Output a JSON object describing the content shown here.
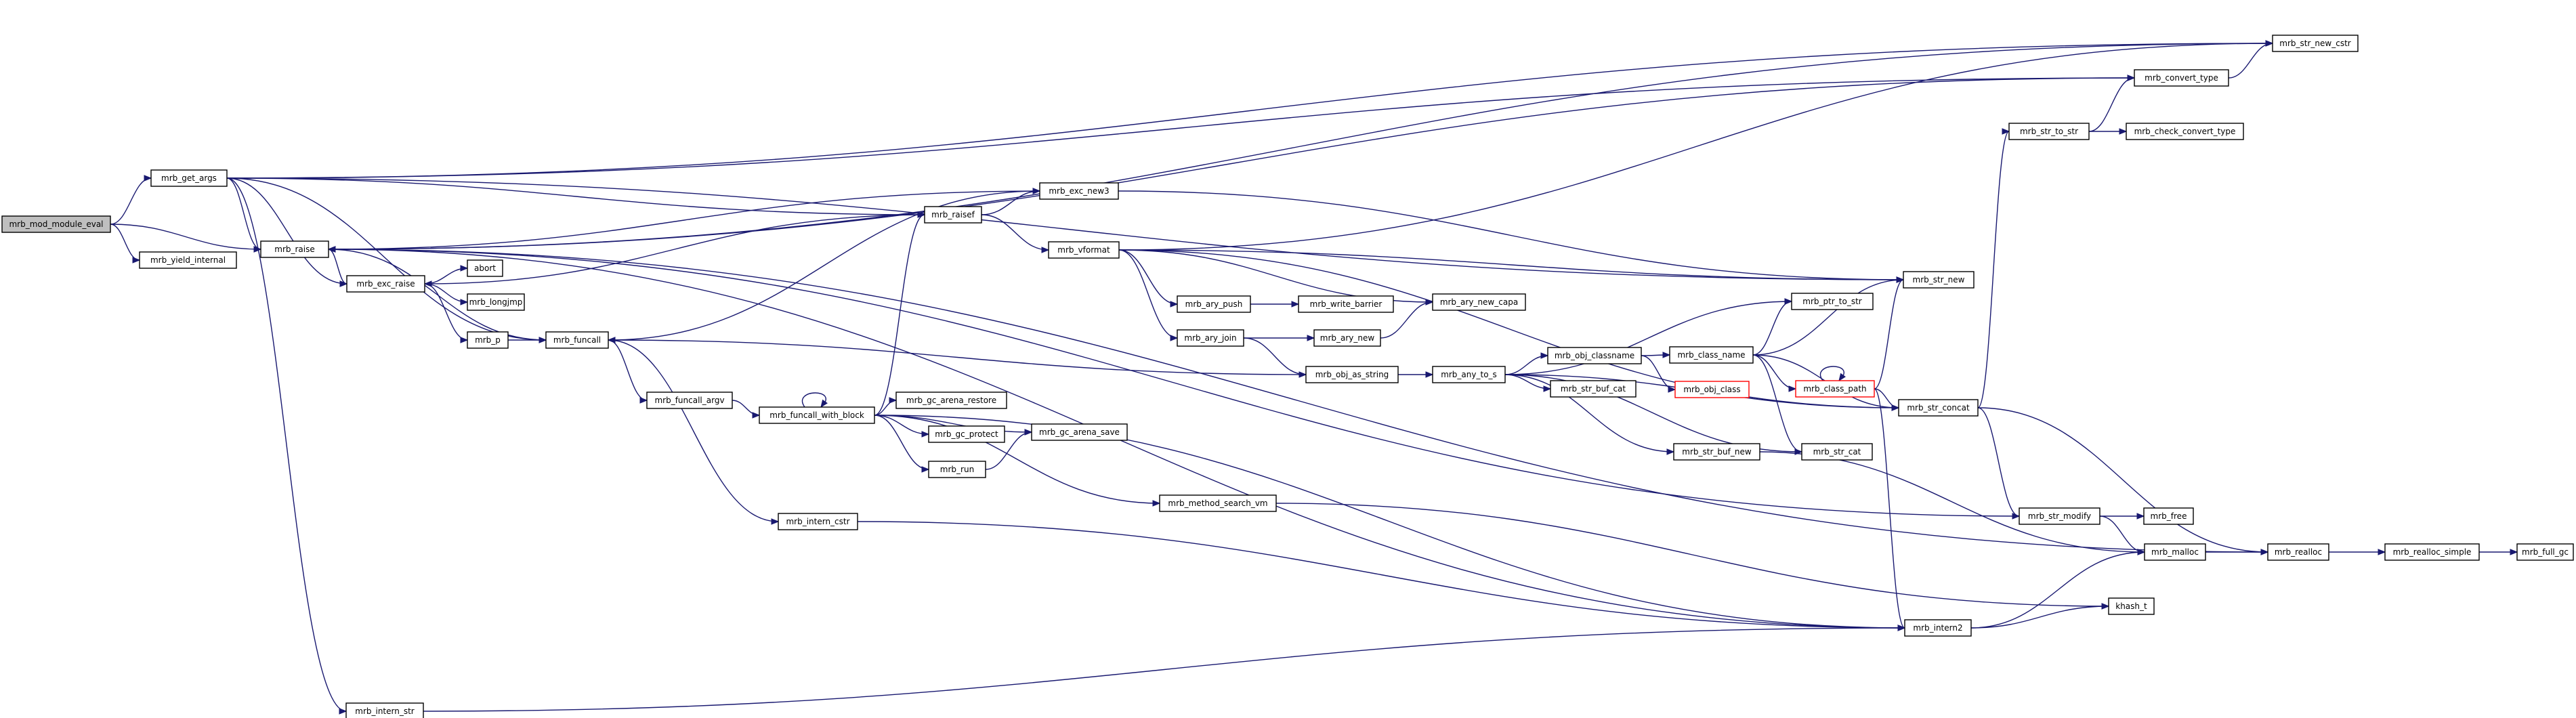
{
  "colors": {
    "edge": "#191970",
    "node_border": "#000000",
    "node_fill": "#ffffff",
    "root_fill": "#bfbfbf",
    "highlight_border": "#ff0000"
  },
  "nodes": [
    {
      "id": "mrb_mod_module_eval",
      "label": "mrb_mod_module_eval",
      "root": true
    },
    {
      "id": "mrb_get_args",
      "label": "mrb_get_args"
    },
    {
      "id": "mrb_raise",
      "label": "mrb_raise"
    },
    {
      "id": "mrb_yield_internal",
      "label": "mrb_yield_internal"
    },
    {
      "id": "mrb_exc_raise",
      "label": "mrb_exc_raise"
    },
    {
      "id": "abort",
      "label": "abort"
    },
    {
      "id": "mrb_longjmp",
      "label": "mrb_longjmp"
    },
    {
      "id": "mrb_p",
      "label": "mrb_p"
    },
    {
      "id": "mrb_funcall",
      "label": "mrb_funcall"
    },
    {
      "id": "mrb_funcall_argv",
      "label": "mrb_funcall_argv"
    },
    {
      "id": "mrb_intern_cstr",
      "label": "mrb_intern_cstr"
    },
    {
      "id": "mrb_intern_str",
      "label": "mrb_intern_str"
    },
    {
      "id": "mrb_funcall_with_block",
      "label": "mrb_funcall_with_block"
    },
    {
      "id": "mrb_raisef",
      "label": "mrb_raisef"
    },
    {
      "id": "mrb_exc_new3",
      "label": "mrb_exc_new3"
    },
    {
      "id": "mrb_gc_arena_restore",
      "label": "mrb_gc_arena_restore"
    },
    {
      "id": "mrb_gc_protect",
      "label": "mrb_gc_protect"
    },
    {
      "id": "mrb_run",
      "label": "mrb_run"
    },
    {
      "id": "mrb_gc_arena_save",
      "label": "mrb_gc_arena_save"
    },
    {
      "id": "mrb_method_search_vm",
      "label": "mrb_method_search_vm"
    },
    {
      "id": "mrb_vformat",
      "label": "mrb_vformat"
    },
    {
      "id": "mrb_ary_push",
      "label": "mrb_ary_push"
    },
    {
      "id": "mrb_ary_join",
      "label": "mrb_ary_join"
    },
    {
      "id": "mrb_write_barrier",
      "label": "mrb_write_barrier"
    },
    {
      "id": "mrb_ary_new",
      "label": "mrb_ary_new"
    },
    {
      "id": "mrb_ary_new_capa",
      "label": "mrb_ary_new_capa"
    },
    {
      "id": "mrb_obj_as_string",
      "label": "mrb_obj_as_string"
    },
    {
      "id": "mrb_any_to_s",
      "label": "mrb_any_to_s"
    },
    {
      "id": "mrb_obj_classname",
      "label": "mrb_obj_classname"
    },
    {
      "id": "mrb_str_buf_cat",
      "label": "mrb_str_buf_cat"
    },
    {
      "id": "mrb_str_buf_new",
      "label": "mrb_str_buf_new"
    },
    {
      "id": "mrb_class_name",
      "label": "mrb_class_name"
    },
    {
      "id": "mrb_obj_class",
      "label": "mrb_obj_class",
      "red": true
    },
    {
      "id": "mrb_ptr_to_str",
      "label": "mrb_ptr_to_str"
    },
    {
      "id": "mrb_class_path",
      "label": "mrb_class_path",
      "red": true
    },
    {
      "id": "mrb_str_cat",
      "label": "mrb_str_cat"
    },
    {
      "id": "mrb_str_new",
      "label": "mrb_str_new"
    },
    {
      "id": "mrb_str_concat",
      "label": "mrb_str_concat"
    },
    {
      "id": "mrb_str_modify",
      "label": "mrb_str_modify"
    },
    {
      "id": "mrb_free",
      "label": "mrb_free"
    },
    {
      "id": "mrb_malloc",
      "label": "mrb_malloc"
    },
    {
      "id": "khash_t",
      "label": "khash_t"
    },
    {
      "id": "mrb_intern2",
      "label": "mrb_intern2"
    },
    {
      "id": "mrb_str_to_str",
      "label": "mrb_str_to_str"
    },
    {
      "id": "mrb_check_convert_type",
      "label": "mrb_check_convert_type"
    },
    {
      "id": "mrb_convert_type",
      "label": "mrb_convert_type"
    },
    {
      "id": "mrb_str_new_cstr",
      "label": "mrb_str_new_cstr"
    },
    {
      "id": "mrb_realloc",
      "label": "mrb_realloc"
    },
    {
      "id": "mrb_realloc_simple",
      "label": "mrb_realloc_simple"
    },
    {
      "id": "mrb_full_gc",
      "label": "mrb_full_gc"
    }
  ],
  "edges": [
    [
      "mrb_mod_module_eval",
      "mrb_get_args"
    ],
    [
      "mrb_mod_module_eval",
      "mrb_raise"
    ],
    [
      "mrb_mod_module_eval",
      "mrb_yield_internal"
    ],
    [
      "mrb_get_args",
      "mrb_raise"
    ],
    [
      "mrb_get_args",
      "mrb_raisef"
    ],
    [
      "mrb_get_args",
      "mrb_funcall"
    ],
    [
      "mrb_get_args",
      "mrb_intern_str"
    ],
    [
      "mrb_get_args",
      "mrb_convert_type"
    ],
    [
      "mrb_get_args",
      "mrb_str_new_cstr"
    ],
    [
      "mrb_get_args",
      "mrb_str_new"
    ],
    [
      "mrb_get_args",
      "mrb_exc_raise"
    ],
    [
      "mrb_raise",
      "mrb_exc_raise"
    ],
    [
      "mrb_raise",
      "mrb_exc_new3"
    ],
    [
      "mrb_exc_raise",
      "abort"
    ],
    [
      "mrb_exc_raise",
      "mrb_longjmp"
    ],
    [
      "mrb_exc_raise",
      "mrb_p"
    ],
    [
      "mrb_p",
      "mrb_funcall"
    ],
    [
      "mrb_funcall",
      "mrb_raise"
    ],
    [
      "mrb_funcall",
      "mrb_funcall_argv"
    ],
    [
      "mrb_funcall",
      "mrb_intern_cstr"
    ],
    [
      "mrb_funcall_argv",
      "mrb_funcall_with_block"
    ],
    [
      "mrb_intern_cstr",
      "mrb_intern2"
    ],
    [
      "mrb_intern_str",
      "mrb_intern2"
    ],
    [
      "mrb_funcall_with_block",
      "mrb_funcall_with_block"
    ],
    [
      "mrb_funcall_with_block",
      "mrb_gc_arena_restore"
    ],
    [
      "mrb_funcall_with_block",
      "mrb_gc_protect"
    ],
    [
      "mrb_funcall_with_block",
      "mrb_run"
    ],
    [
      "mrb_funcall_with_block",
      "mrb_gc_arena_save"
    ],
    [
      "mrb_funcall_with_block",
      "mrb_method_search_vm"
    ],
    [
      "mrb_funcall_with_block",
      "mrb_raisef"
    ],
    [
      "mrb_funcall_with_block",
      "mrb_intern2"
    ],
    [
      "mrb_run",
      "mrb_gc_arena_save"
    ],
    [
      "mrb_raisef",
      "mrb_exc_new3"
    ],
    [
      "mrb_raisef",
      "mrb_vformat"
    ],
    [
      "mrb_raisef",
      "mrb_exc_raise"
    ],
    [
      "mrb_exc_new3",
      "mrb_str_new"
    ],
    [
      "mrb_exc_new3",
      "mrb_funcall"
    ],
    [
      "mrb_vformat",
      "mrb_ary_push"
    ],
    [
      "mrb_vformat",
      "mrb_ary_join"
    ],
    [
      "mrb_vformat",
      "mrb_ary_new_capa"
    ],
    [
      "mrb_vformat",
      "mrb_str_new"
    ],
    [
      "mrb_vformat",
      "mrb_str_new_cstr"
    ],
    [
      "mrb_vformat",
      "mrb_str_concat"
    ],
    [
      "mrb_ary_push",
      "mrb_write_barrier"
    ],
    [
      "mrb_ary_join",
      "mrb_ary_new"
    ],
    [
      "mrb_ary_join",
      "mrb_obj_as_string"
    ],
    [
      "mrb_ary_new",
      "mrb_ary_new_capa"
    ],
    [
      "mrb_obj_as_string",
      "mrb_any_to_s"
    ],
    [
      "mrb_obj_as_string",
      "mrb_funcall"
    ],
    [
      "mrb_any_to_s",
      "mrb_obj_classname"
    ],
    [
      "mrb_any_to_s",
      "mrb_str_buf_cat"
    ],
    [
      "mrb_any_to_s",
      "mrb_str_buf_new"
    ],
    [
      "mrb_any_to_s",
      "mrb_ptr_to_str"
    ],
    [
      "mrb_any_to_s",
      "mrb_str_cat"
    ],
    [
      "mrb_any_to_s",
      "mrb_str_concat"
    ],
    [
      "mrb_obj_classname",
      "mrb_class_name"
    ],
    [
      "mrb_obj_classname",
      "mrb_obj_class"
    ],
    [
      "mrb_class_name",
      "mrb_class_path"
    ],
    [
      "mrb_class_name",
      "mrb_ptr_to_str"
    ],
    [
      "mrb_class_name",
      "mrb_str_new"
    ],
    [
      "mrb_class_name",
      "mrb_str_cat"
    ],
    [
      "mrb_class_name",
      "mrb_str_concat"
    ],
    [
      "mrb_class_path",
      "mrb_class_path"
    ],
    [
      "mrb_class_path",
      "mrb_str_new"
    ],
    [
      "mrb_class_path",
      "mrb_str_concat"
    ],
    [
      "mrb_class_path",
      "mrb_intern2"
    ],
    [
      "mrb_str_buf_new",
      "mrb_malloc"
    ],
    [
      "mrb_str_concat",
      "mrb_str_to_str"
    ],
    [
      "mrb_str_concat",
      "mrb_str_modify"
    ],
    [
      "mrb_str_concat",
      "mrb_realloc"
    ],
    [
      "mrb_str_modify",
      "mrb_free"
    ],
    [
      "mrb_str_modify",
      "mrb_malloc"
    ],
    [
      "mrb_str_modify",
      "mrb_raise"
    ],
    [
      "mrb_malloc",
      "mrb_realloc"
    ],
    [
      "mrb_realloc",
      "mrb_realloc_simple"
    ],
    [
      "mrb_realloc",
      "mrb_raise"
    ],
    [
      "mrb_realloc_simple",
      "mrb_full_gc"
    ],
    [
      "mrb_method_search_vm",
      "khash_t"
    ],
    [
      "mrb_intern2",
      "khash_t"
    ],
    [
      "mrb_intern2",
      "mrb_malloc"
    ],
    [
      "mrb_intern2",
      "mrb_raise"
    ],
    [
      "mrb_str_to_str",
      "mrb_check_convert_type"
    ],
    [
      "mrb_str_to_str",
      "mrb_convert_type"
    ],
    [
      "mrb_convert_type",
      "mrb_str_new_cstr"
    ],
    [
      "mrb_convert_type",
      "mrb_raise"
    ],
    [
      "mrb_str_new_cstr",
      "mrb_raise"
    ]
  ]
}
